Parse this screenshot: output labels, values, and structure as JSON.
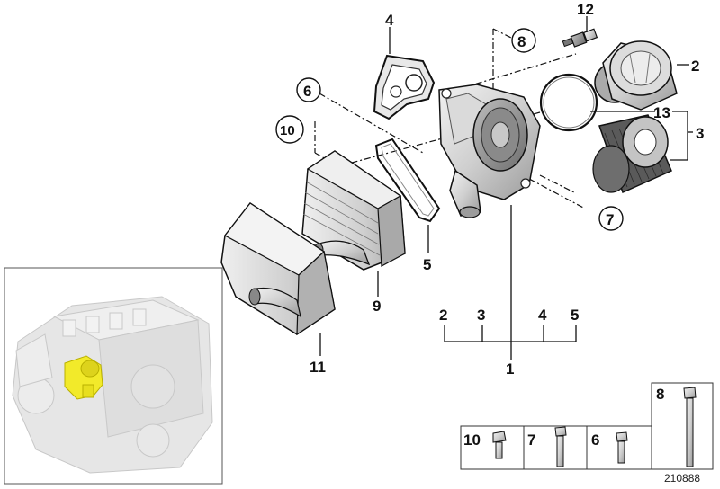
{
  "diagram": {
    "reference_number": "210888",
    "callouts": [
      {
        "id": "c1",
        "text": "1"
      },
      {
        "id": "c2",
        "text": "2"
      },
      {
        "id": "c3",
        "text": "3"
      },
      {
        "id": "c4",
        "text": "4"
      },
      {
        "id": "c5",
        "text": "5"
      },
      {
        "id": "c6",
        "text": "6"
      },
      {
        "id": "c7",
        "text": "7"
      },
      {
        "id": "c8",
        "text": "8"
      },
      {
        "id": "c9",
        "text": "9"
      },
      {
        "id": "c10",
        "text": "10"
      },
      {
        "id": "c11",
        "text": "11"
      },
      {
        "id": "c12",
        "text": "12"
      },
      {
        "id": "c13",
        "text": "13"
      }
    ],
    "assembly_group": {
      "parent": "1",
      "members": [
        "2",
        "3",
        "4",
        "5"
      ]
    },
    "bolt_table": [
      {
        "label": "10"
      },
      {
        "label": "7"
      },
      {
        "label": "6"
      },
      {
        "label": "8"
      }
    ],
    "colors": {
      "highlight_part": "#f2ea2a",
      "engine_ghost": "#e6e6e6",
      "part_metal": "#c9c9c9",
      "outline": "#111111"
    }
  }
}
